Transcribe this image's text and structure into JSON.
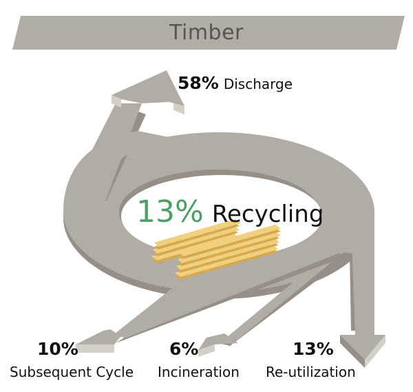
{
  "title": "Timber",
  "colors": {
    "flow": "#b1aca5",
    "flow_shadow": "#958f87",
    "flow_light": "#d3d0c9",
    "recycling_accent": "#4e9f66",
    "timber": "#f2cf7e",
    "timber_edge": "#d4a94f",
    "text": "#111111",
    "title_text": "#555555"
  },
  "flows": {
    "discharge": {
      "percent": "58%",
      "label": "Discharge"
    },
    "recycling": {
      "percent": "13%",
      "label": "Recycling"
    },
    "subsequent_cycle": {
      "percent": "10%",
      "label": "Subsequent Cycle"
    },
    "incineration": {
      "percent": "6%",
      "label": "Incineration"
    },
    "re_utilization": {
      "percent": "13%",
      "label": "Re-utilization"
    }
  }
}
